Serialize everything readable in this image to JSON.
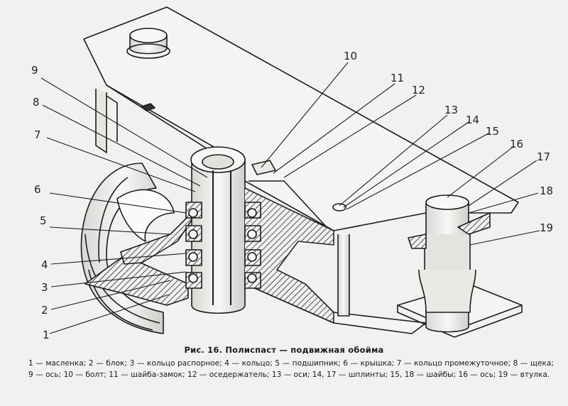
{
  "callouts": [
    "1",
    "2",
    "3",
    "4",
    "5",
    "6",
    "7",
    "8",
    "9",
    "10",
    "11",
    "12",
    "13",
    "14",
    "15",
    "16",
    "17",
    "18",
    "19"
  ],
  "caption": {
    "title": "Рис. 16. Полиспаст — подвижная обойма",
    "legend": [
      "1 — масленка;",
      "2 — блок;",
      "3 — кольцо распорное;",
      "4 — кольцо;",
      "5 — подшипник;",
      "6 — крышка;",
      "7 — кольцо промежуточное;",
      "8 — щека;",
      "9 — ось;",
      "10 — болт;",
      "11 — шайба-замок;",
      "12 — оседержатель;",
      "13 — оси;",
      "14, 17 — шплинты;",
      "15, 18 — шайбы;",
      "16 — ось;",
      "19 — втулка."
    ]
  }
}
